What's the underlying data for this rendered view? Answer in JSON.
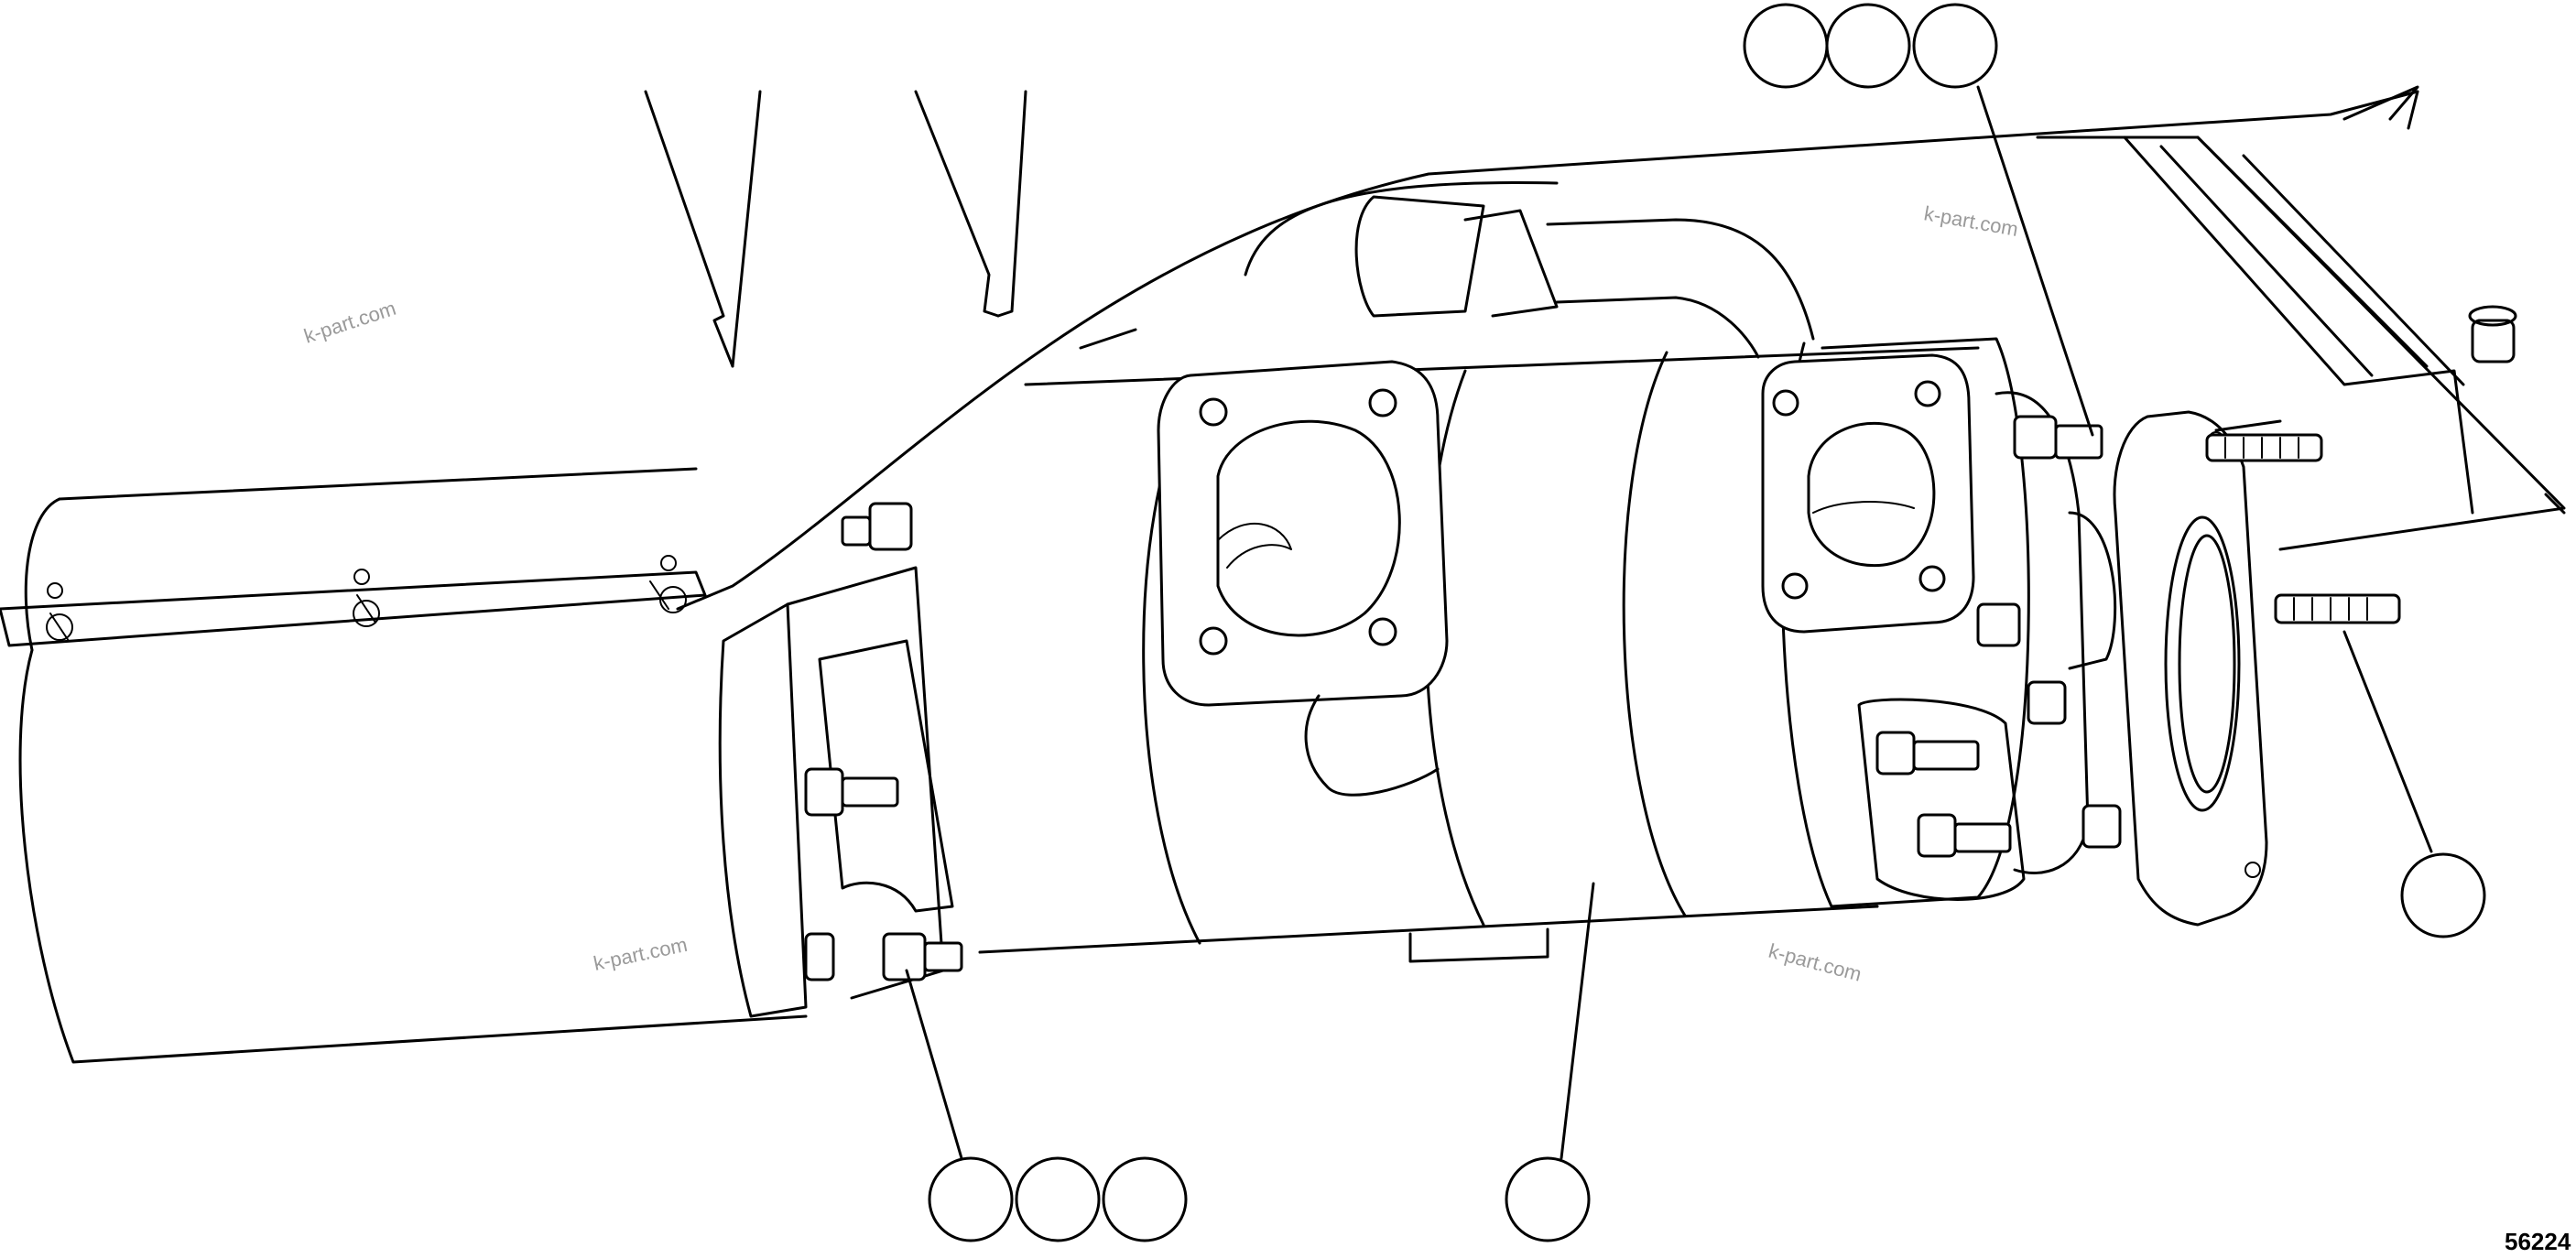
{
  "figure_number": "56224",
  "watermark_text": "k-part.com",
  "callout_groups": [
    {
      "name": "callout-group-top-bolt",
      "circles": 3
    },
    {
      "name": "callout-group-bottom-left-bolt",
      "circles": 3
    },
    {
      "name": "callout-group-pump-body",
      "circles": 1
    },
    {
      "name": "callout-group-stud",
      "circles": 1
    }
  ],
  "colors": {
    "line": "#000000",
    "background": "#ffffff",
    "watermark": "#9a9a9a"
  }
}
